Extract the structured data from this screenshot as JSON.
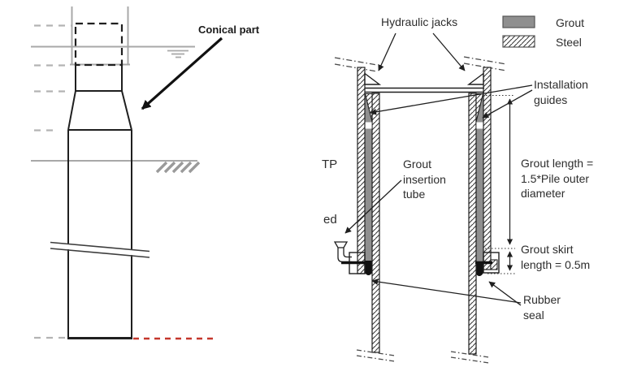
{
  "figure": {
    "left_diagram": {
      "conical_label": "Conical part"
    },
    "right_diagram": {
      "hydraulic_jacks_label": "Hydraulic jacks",
      "legend": {
        "grout_label": "Grout",
        "steel_label": "Steel"
      },
      "installation_guides_label": "Installation\nguides",
      "tp_label": "TP",
      "grout_insertion_tube_label": "Grout\ninsertion\ntube",
      "ed_label": "ed",
      "grout_length_label": "Grout length =\n1.5*Pile outer\ndiameter",
      "grout_skirt_label": "Grout skirt\nlength = 0.5m",
      "rubber_seal_label": "Rubber\nseal"
    },
    "colors": {
      "line_black": "#1f1f1f",
      "diagram_gray": "#a8a8a8",
      "grout_fill": "#8f8f8f",
      "red_dashed": "#c4372c",
      "text": "#2d2d2d"
    }
  }
}
